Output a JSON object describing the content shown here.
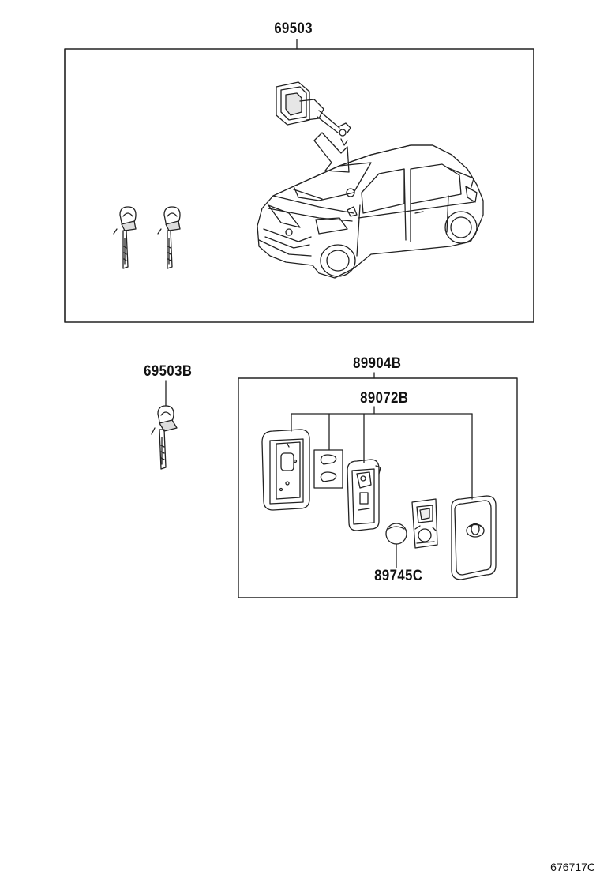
{
  "callouts": {
    "assembly": "69503",
    "key_blank": "69503B",
    "transmitter_assy": "89904B",
    "case_kit": "89072B",
    "battery": "89745C"
  },
  "footer": {
    "diagram_id": "676717C"
  }
}
